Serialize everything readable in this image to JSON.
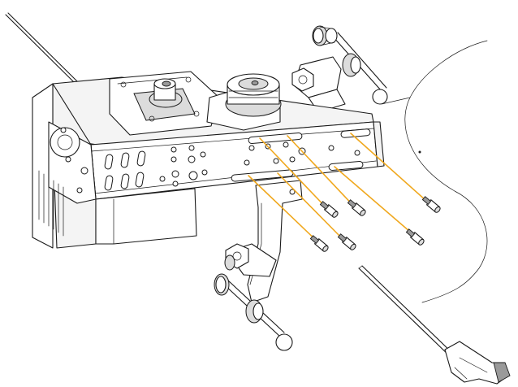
{
  "colors": {
    "outline": "#1a1a1a",
    "guide_line": "#f0a81e",
    "background": "#ffffff"
  },
  "icons": [
    "antenna-rod",
    "side-plate",
    "motor-block",
    "timing-pulley",
    "main-rail",
    "rail-mount-clamp",
    "lower-clamp-arm",
    "thumb-screw",
    "socket-cap-screw",
    "hex-key"
  ]
}
